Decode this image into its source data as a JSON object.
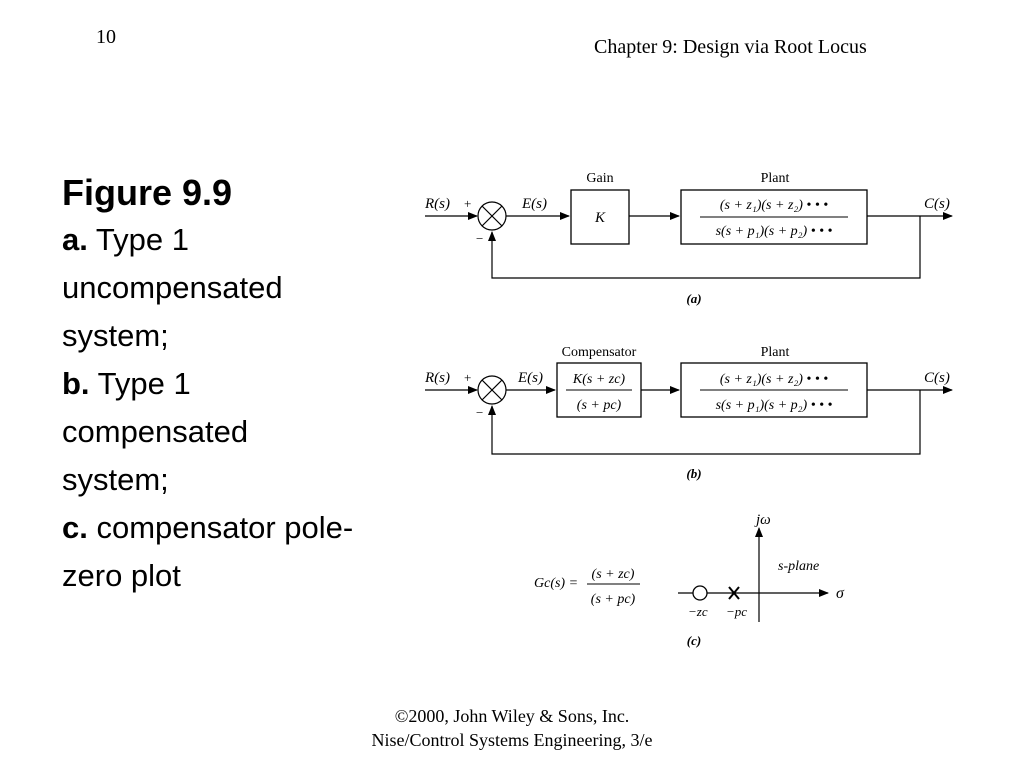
{
  "header": {
    "page_number": "10",
    "chapter": "Chapter 9: Design via Root Locus"
  },
  "caption": {
    "title": "Figure 9.9",
    "a_label": "a.",
    "a_text": "Type 1 uncompensated system;",
    "b_label": "b.",
    "b_text": "Type 1 compensated system;",
    "c_label": "c.",
    "c_text": "compensator pole-zero plot"
  },
  "footer": {
    "line1": "©2000, John Wiley & Sons, Inc.",
    "line2": "Nise/Control Systems Engineering, 3/e"
  },
  "diagram": {
    "a": {
      "input": "R(s)",
      "plus": "+",
      "minus": "−",
      "error": "E(s)",
      "gain_title": "Gain",
      "gain": "K",
      "plant_title": "Plant",
      "plant_num": "(s + z₁)(s + z₂) • • •",
      "plant_den": "s(s + p₁)(s + p₂) • • •",
      "output": "C(s)",
      "label": "(a)"
    },
    "b": {
      "input": "R(s)",
      "plus": "+",
      "minus": "−",
      "error": "E(s)",
      "comp_title": "Compensator",
      "comp_num": "K(s + zc)",
      "comp_den": "(s + pc)",
      "plant_title": "Plant",
      "plant_num": "(s + z₁)(s + z₂) • • •",
      "plant_den": "s(s + p₁)(s + p₂) • • •",
      "output": "C(s)",
      "label": "(b)"
    },
    "c": {
      "gc_lhs": "Gc(s) =",
      "gc_num": "(s + zc)",
      "gc_den": "(s + pc)",
      "jw": "jω",
      "splane": "s-plane",
      "sigma": "σ",
      "zero_label": "−zc",
      "pole_label": "−pc",
      "label": "(c)"
    }
  }
}
